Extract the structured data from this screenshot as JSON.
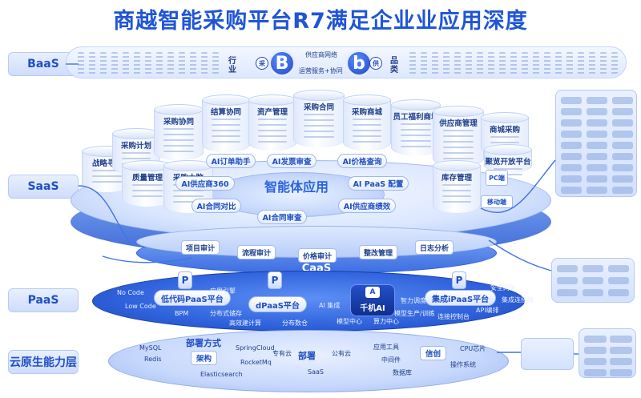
{
  "title": "商越智能采购平台R7满足企业业应用深度",
  "layers": {
    "baas": "BaaS",
    "saas": "SaaS",
    "paas": "PaaS",
    "cloud_native": "云原生能力层"
  },
  "baas": {
    "left_word": "行业",
    "left_logo": "B",
    "left_logo_tag": "采",
    "mid_top": "供应商网络",
    "mid_bottom": "运营服务+协同",
    "right_logo": "b",
    "right_logo_tag": "供",
    "right_word": "品类"
  },
  "saas": {
    "modules": [
      {
        "name": "战略寻源"
      },
      {
        "name": "采购计划"
      },
      {
        "name": "质量管理"
      },
      {
        "name": "采购协同"
      },
      {
        "name": "结算协同"
      },
      {
        "name": "采购大脑"
      },
      {
        "name": "资产管理"
      },
      {
        "name": "采购合同"
      },
      {
        "name": "采购商城"
      },
      {
        "name": "员工福利商城"
      },
      {
        "name": "供应商管理"
      },
      {
        "name": "库存管理"
      },
      {
        "name": "商城采购"
      },
      {
        "name": "聚览开放平台"
      }
    ],
    "ai_ring_title": "智能体应用",
    "ai_chips": [
      {
        "label": "AI订单助手"
      },
      {
        "label": "AI发票审查"
      },
      {
        "label": "AI价格查询"
      },
      {
        "label": "AI供应商360"
      },
      {
        "label": "AI PaaS 配置"
      },
      {
        "label": "AI合同对比"
      },
      {
        "label": "AI供应商绩效"
      },
      {
        "label": "AI合同审查"
      }
    ],
    "devices": {
      "pc": "PC端",
      "mobile": "移动端"
    }
  },
  "caas": {
    "label": "CaaS",
    "items": [
      "项目审计",
      "流程审计",
      "价格审计",
      "整改管理",
      "日志分析"
    ]
  },
  "paas": {
    "platforms": [
      "低代码PaaS平台",
      "dPaaS平台",
      "集成iPaaS平台"
    ],
    "ai_center": "千机AI",
    "small": {
      "no_code": "No Code",
      "low_code": "Low Code",
      "bpm": "BPM",
      "dist_store": "分布式储存",
      "high_eff": "高效建计算",
      "dist_db": "分布数仓",
      "ai_integ": "AI 集成",
      "model_center": "模型中心",
      "power_center": "算力中心",
      "engine": "智力调度",
      "model_prod": "模型生产/训练",
      "security": "安全网关",
      "integ_conn": "集成连接器",
      "api": "API编排",
      "ctrl": "连接控制台",
      "app_engine": "应用引擎"
    }
  },
  "cloud_native": {
    "deploy_title": "部署方式",
    "deploy_box": "架构",
    "deploy_title2": "部署",
    "deploy_box2": "信创",
    "small": {
      "mysql": "MySQL",
      "redis": "Redis",
      "springcloud": "SpringCloud",
      "rocketmq": "RocketMq",
      "es": "Elasticsearch",
      "private": "专有云",
      "public": "公有云",
      "saas": "SaaS",
      "app_tool": "应用工具",
      "middleware": "中间件",
      "db": "数据库",
      "cpu": "CPU芯片",
      "os": "操作系统"
    }
  }
}
